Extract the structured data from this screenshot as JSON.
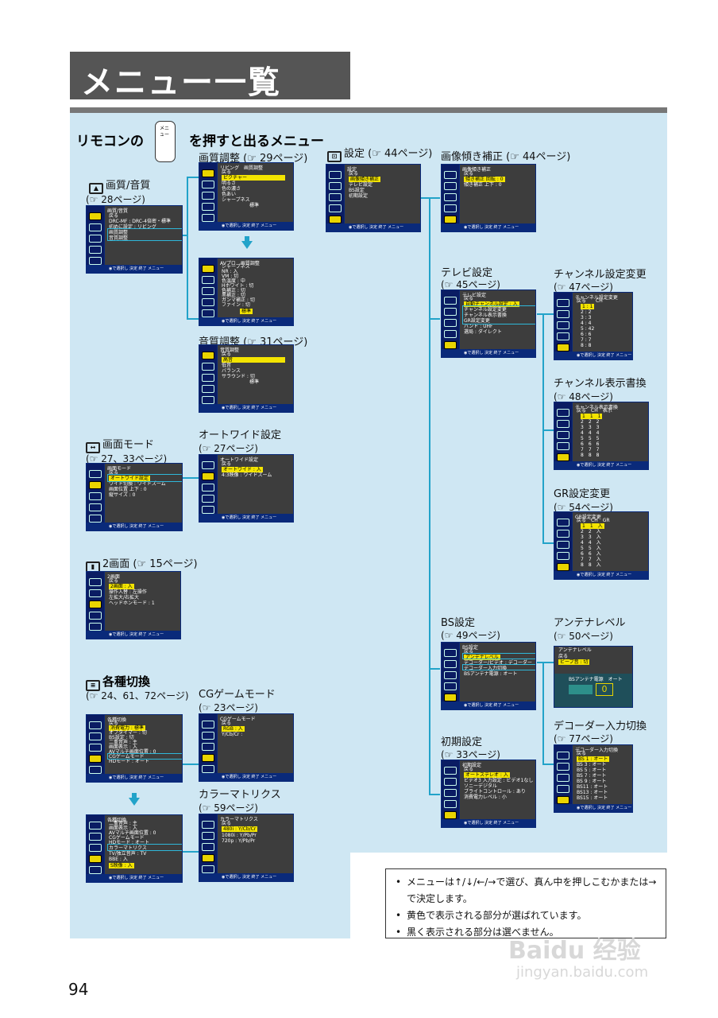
{
  "title": "メニュー一覧",
  "intro": {
    "prefix": "リモコンの",
    "remote_text": "メニュー",
    "suffix": "を押すと出るメニュー"
  },
  "labels": {
    "pic_sound": "画質/音質",
    "pic_sound_ref": "(☞ 28ページ)",
    "pic_adjust": "画質調整 (☞ 29ページ)",
    "sound_adjust": "音質調整 (☞ 31ページ)",
    "screen_mode": "画面モード",
    "screen_mode_ref": "(☞ 27、33ページ)",
    "autowide": "オートワイド設定",
    "autowide_ref": "(☞ 27ページ)",
    "twin": "2画面",
    "twin_ref": "(☞ 15ページ)",
    "switch": "各種切換",
    "switch_ref": "(☞ 24、61、72ページ)",
    "cg": "CGゲームモード",
    "cg_ref": "(☞ 23ページ)",
    "matrix": "カラーマトリクス",
    "matrix_ref": "(☞ 59ページ)",
    "settings": "設定",
    "settings_ref": "(☞ 44ページ)",
    "tilt": "画像傾き補正",
    "tilt_ref": "(☞ 44ページ)",
    "tv": "テレビ設定",
    "tv_ref": "(☞ 45ページ)",
    "ch_change": "チャンネル設定変更",
    "ch_change_ref": "(☞ 47ページ)",
    "ch_disp": "チャンネル表示書換",
    "ch_disp_ref": "(☞ 48ページ)",
    "gr": "GR設定変更",
    "gr_ref": "(☞ 54ページ)",
    "bs": "BS設定",
    "bs_ref": "(☞ 49ページ)",
    "antenna": "アンテナレベル",
    "antenna_ref": "(☞ 50ページ)",
    "decoder": "デコーダー入力切換",
    "decoder_ref": "(☞ 77ページ)",
    "init": "初期設定",
    "init_ref": "(☞ 33ページ)"
  },
  "screens": {
    "footer": "◉で選択し 決定  終了 メニュー",
    "pic_sound": {
      "title": "画質/音質",
      "items": [
        "戻る",
        "DRC-MF : DRC-4倍密・標準",
        "初めに設定 : リビング",
        "画質調整",
        "音質調整"
      ]
    },
    "pic_adjust": {
      "title": "リビング　画質調整",
      "items": [
        "戻る",
        "ピクチャー",
        "明るさ",
        "色の濃さ",
        "色あい",
        "シャープネス",
        "標準"
      ]
    },
    "av_pro": {
      "title": "AVプロ　画質調整",
      "items": [
        "シャープネス",
        "NR : 入",
        "VM : 切",
        "色温度 : 中",
        "Hホワイト : 切",
        "色補正 : 切",
        "黒補正 : 切",
        "ガンマ補正 : 切",
        "ファイン : 切",
        "標準"
      ]
    },
    "sound_adjust": {
      "title": "音質調整",
      "items": [
        "戻る",
        "高音",
        "低音",
        "バランス",
        "サラウンド : 切",
        "標準"
      ]
    },
    "screen_mode": {
      "title": "画面モード",
      "items": [
        "戻る",
        "オートワイド設定",
        "ワイド切換 : ワイドズーム",
        "画面位置 上下 : 0",
        "縦サイズ : 0"
      ]
    },
    "autowide": {
      "title": "オートワイド設定",
      "items": [
        "戻る",
        "オートワイド : 入",
        "4:3映像 : ワイドズーム"
      ]
    },
    "twin": {
      "title": "2画面",
      "items": [
        "戻る",
        "2画面 : 入",
        "操作入替 : 左操作",
        "左拡大/右拡大",
        "ヘッドホンモード : 1"
      ]
    },
    "switch1": {
      "title": "各種切換",
      "items": [
        "戻る",
        "消費電力 : 標準",
        "オフタイマー : 切",
        "BS設定 : 切",
        "二重音声 : 主",
        "画面表示 : 入",
        "AVマルチ画面位置 : 0",
        "CGゲームモード",
        "HDモード : オート"
      ]
    },
    "switch2": {
      "title": "各種切換",
      "items": [
        "二重音声 : 主",
        "画面表示 : 入",
        "AVマルチ画面位置 : 0",
        "CGゲームモード",
        "HDモード : オート",
        "カラーマトリクス",
        "TV/独立音声 : TV",
        "BBE : 入",
        "S映像 : 入"
      ]
    },
    "cg": {
      "title": "CGゲームモード",
      "items": [
        "戻る",
        "RGB : 入",
        "Y/Cb/Cr : "
      ]
    },
    "matrix": {
      "title": "カラーマトリクス",
      "items": [
        "戻る",
        "480i : Y/Cb/Cr",
        "1080i : Y/Pb/Pr",
        "720p : Y/Pb/Pr"
      ]
    },
    "settings": {
      "title": "設定",
      "items": [
        "戻る",
        "画像傾き補正",
        "テレビ設定",
        "BS設定",
        "初期設定"
      ]
    },
    "tilt": {
      "title": "画像傾き補正",
      "items": [
        "戻る",
        "傾き補正 回転 : 0",
        "傾き補正 上下 : 0"
      ]
    },
    "tv": {
      "title": "テレビ設定",
      "items": [
        "戻る",
        "自動チャンネル設定 : 入",
        "チャンネル設定変更",
        "チャンネル表示書換",
        "GR設定変更",
        "バンド : UHF",
        "選局 : ダイレクト"
      ]
    },
    "ch_change": {
      "title": "チャンネル設定変更",
      "header": "戻る　　CH",
      "rows": [
        "1 : 1",
        "2 : 2",
        "3 : 3",
        "4 : 4",
        "5 : 42",
        "6 : 6",
        "7 : 7",
        "8 : 8"
      ]
    },
    "ch_disp": {
      "title": "チャンネル表示書換",
      "header": "戻る　CH　表示",
      "rows": [
        "1　1　1",
        "2　2　2",
        "3　3　3",
        "4　4　4",
        "5　5　5",
        "6　6　6",
        "7　7　7",
        "8　8　8"
      ]
    },
    "gr": {
      "title": "GR設定変更",
      "header": "戻る　CH　GR",
      "rows": [
        "1　1　入",
        "2　2　入",
        "3　3　入",
        "4　4　入",
        "5　5　入",
        "6　6　入",
        "7　7　入",
        "8　8　入"
      ]
    },
    "bs": {
      "title": "BS設定",
      "items": [
        "戻る",
        "アンテナレベル",
        "デコーダー/ビデオ : デコーダー",
        "デコーダー入力切換",
        "BSアンテナ電源 : オート"
      ]
    },
    "antenna": {
      "title": "アンテナレベル",
      "items": [
        "戻る",
        "ビーブ音 : 切"
      ],
      "power": "BSアンテナ電源　オート",
      "level": "0"
    },
    "decoder": {
      "title": "デコーダー入力切換",
      "items": [
        "戻る",
        "BS 1 : オート",
        "BS 3 : オート",
        "BS 5 : オート",
        "BS 7 : オート",
        "BS 9 : オート",
        "BS11 : オート",
        "BS13 : オート",
        "BS15 : オート"
      ]
    },
    "init": {
      "title": "初期設定",
      "items": [
        "戻る",
        "オートステレオ : 入",
        "ビデオ3 入力設定 : ビデオ1なし",
        "ソニーデジタル",
        "ブライトコントロール : あり",
        "消費電力レベル : 小"
      ]
    }
  },
  "notes": [
    "メニューは↑/↓/←/→で選び、真ん中を押しこむかまたは→で決定します。",
    "黄色で表示される部分が選ばれています。",
    "黒く表示される部分は選べません。"
  ],
  "page_number": "94",
  "watermark": {
    "logo": "Baidu 经验",
    "url": "jingyan.baidu.com"
  }
}
